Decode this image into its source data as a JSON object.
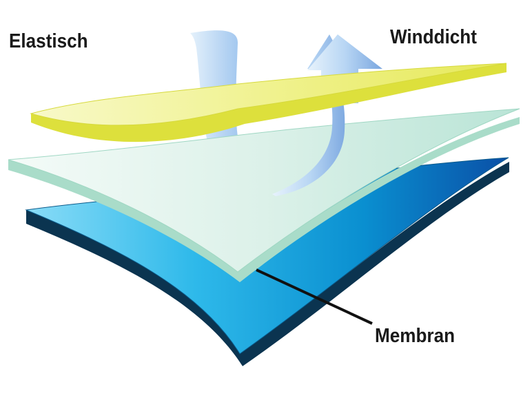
{
  "labels": {
    "elastisch": "Elastisch",
    "winddicht": "Winddicht",
    "membran": "Membran"
  },
  "colors": {
    "background": "#ffffff",
    "top_layer": "#eef08a",
    "top_layer_edge": "#d9dc3a",
    "middle_layer": "#d9efe6",
    "middle_layer_edge": "#9fd7c3",
    "bottom_layer_light": "#5fd0f5",
    "bottom_layer_dark": "#0a4fa6",
    "bottom_layer_edge": "#0b3450",
    "arrow_light": "#cfe4f8",
    "arrow_dark": "#6f9ddc",
    "pointer_line": "#111111",
    "label_text": "#1a1a1a"
  }
}
